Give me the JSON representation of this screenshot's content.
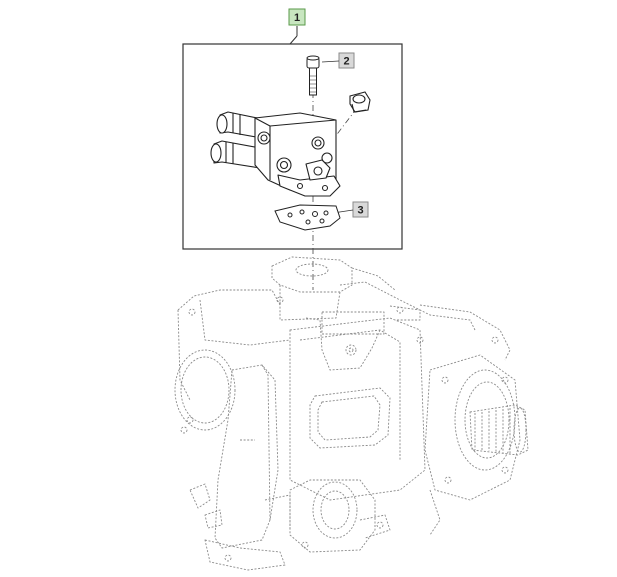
{
  "callouts": [
    {
      "id": "c1",
      "label": "1",
      "fill": "#c8e6c0",
      "stroke": "#5a9a4a"
    },
    {
      "id": "c2",
      "label": "2",
      "fill": "#d9d9d9",
      "stroke": "#8a8a8a"
    },
    {
      "id": "c3",
      "label": "3",
      "fill": "#d9d9d9",
      "stroke": "#8a8a8a"
    }
  ],
  "colors": {
    "line": "#333333",
    "ghost": "#8a8a8a",
    "background": "#ffffff"
  }
}
